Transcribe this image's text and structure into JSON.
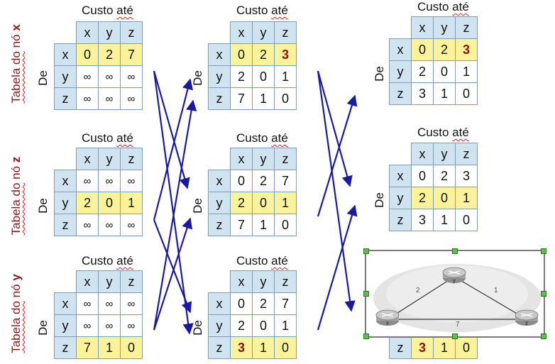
{
  "labels": {
    "custo_ate": "Custo até",
    "custo": "Custo",
    "ate": "até",
    "de": "De",
    "tabela_do": "Tabela do",
    "no": "nó"
  },
  "node_names": {
    "x": "x",
    "y": "y",
    "z": "z"
  },
  "tables": {
    "c1_x": {
      "cols": [
        "x",
        "y",
        "z"
      ],
      "rows": [
        {
          "label": "x",
          "values": [
            "0",
            "2",
            "7"
          ]
        },
        {
          "label": "y",
          "values": [
            "∞",
            "∞",
            "∞"
          ]
        },
        {
          "label": "z",
          "values": [
            "∞",
            "∞",
            "∞"
          ]
        }
      ]
    },
    "c1_z": {
      "cols": [
        "x",
        "y",
        "z"
      ],
      "rows": [
        {
          "label": "x",
          "values": [
            "∞",
            "∞",
            "∞"
          ]
        },
        {
          "label": "y",
          "values": [
            "2",
            "0",
            "1"
          ]
        },
        {
          "label": "z",
          "values": [
            "∞",
            "∞",
            "∞"
          ]
        }
      ]
    },
    "c1_y": {
      "cols": [
        "x",
        "y",
        "z"
      ],
      "rows": [
        {
          "label": "x",
          "values": [
            "∞",
            "∞",
            "∞"
          ]
        },
        {
          "label": "y",
          "values": [
            "∞",
            "∞",
            "∞"
          ]
        },
        {
          "label": "z",
          "values": [
            "7",
            "1",
            "0"
          ]
        }
      ]
    },
    "c2_x": {
      "cols": [
        "x",
        "y",
        "z"
      ],
      "rows": [
        {
          "label": "x",
          "values": [
            "0",
            "2",
            "3"
          ]
        },
        {
          "label": "y",
          "values": [
            "2",
            "0",
            "1"
          ]
        },
        {
          "label": "z",
          "values": [
            "7",
            "1",
            "0"
          ]
        }
      ]
    },
    "c2_z": {
      "cols": [
        "x",
        "y",
        "z"
      ],
      "rows": [
        {
          "label": "x",
          "values": [
            "0",
            "2",
            "7"
          ]
        },
        {
          "label": "y",
          "values": [
            "2",
            "0",
            "1"
          ]
        },
        {
          "label": "z",
          "values": [
            "7",
            "1",
            "0"
          ]
        }
      ]
    },
    "c2_y": {
      "cols": [
        "x",
        "y",
        "z"
      ],
      "rows": [
        {
          "label": "x",
          "values": [
            "0",
            "2",
            "7"
          ]
        },
        {
          "label": "y",
          "values": [
            "2",
            "0",
            "1"
          ]
        },
        {
          "label": "z",
          "values": [
            "3",
            "1",
            "0"
          ]
        }
      ]
    },
    "c3_x": {
      "cols": [
        "x",
        "y",
        "z"
      ],
      "rows": [
        {
          "label": "x",
          "values": [
            "0",
            "2",
            "3"
          ]
        },
        {
          "label": "y",
          "values": [
            "2",
            "0",
            "1"
          ]
        },
        {
          "label": "z",
          "values": [
            "3",
            "1",
            "0"
          ]
        }
      ]
    },
    "c3_z": {
      "cols": [
        "x",
        "y",
        "z"
      ],
      "rows": [
        {
          "label": "x",
          "values": [
            "0",
            "2",
            "3"
          ]
        },
        {
          "label": "y",
          "values": [
            "2",
            "0",
            "1"
          ]
        },
        {
          "label": "z",
          "values": [
            "3",
            "1",
            "0"
          ]
        }
      ]
    },
    "c3_y_visible_row": {
      "label": "z",
      "values": [
        "3",
        "1",
        "0"
      ]
    }
  },
  "network": {
    "nodes": [
      "x",
      "y",
      "z"
    ],
    "edges": [
      {
        "from": "x",
        "to": "y",
        "cost": "2"
      },
      {
        "from": "y",
        "to": "z",
        "cost": "1"
      },
      {
        "from": "x",
        "to": "z",
        "cost": "7"
      }
    ]
  },
  "colors": {
    "header_fill": "#cfe3f1",
    "highlight_fill": "#fbf39a",
    "updated_value": "#8b1010",
    "arrow": "#1a1aa0",
    "row_label": "#8b1a1a"
  }
}
